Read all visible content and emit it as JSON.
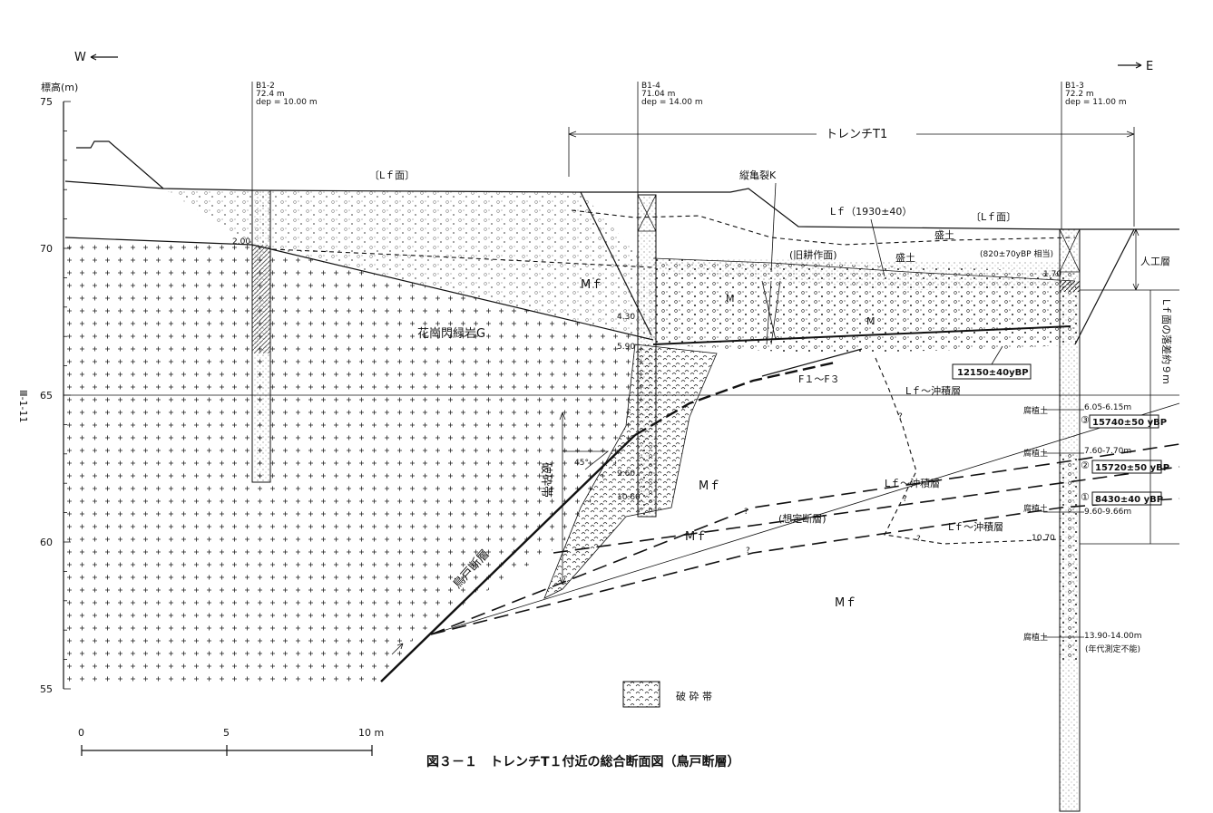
{
  "direction": {
    "west": "W",
    "east": "E"
  },
  "side_label": "Ⅲ-1-11",
  "axis": {
    "title": "標高(m)",
    "ticks": [
      {
        "label": "75",
        "value": 75
      },
      {
        "label": "70",
        "value": 70
      },
      {
        "label": "65",
        "value": 65
      },
      {
        "label": "60",
        "value": 60
      },
      {
        "label": "55",
        "value": 55
      }
    ]
  },
  "boreholes": [
    {
      "name": "B1-2",
      "elev": "72.4 m",
      "dep": "dep = 10.00 m",
      "marks": [
        "2.00"
      ]
    },
    {
      "name": "B1-4",
      "elev": "71.04 m",
      "dep": "dep = 14.00 m",
      "marks": [
        "4.30",
        "5.90",
        "9.60",
        "10.60"
      ]
    },
    {
      "name": "B1-3",
      "elev": "72.2 m",
      "dep": "dep = 11.00 m",
      "marks": [
        "1.70",
        "10.70"
      ]
    }
  ],
  "trench": {
    "label": "トレンチT1"
  },
  "surfaces": {
    "lf_west": "〔Lｆ面〕",
    "lf_east": "〔Lｆ面〕"
  },
  "units": {
    "granite": "花崗閃緑岩G",
    "mf": "Mｆ",
    "mf_small": "M",
    "lf_age": "Lｆ（1930±40）",
    "fill1": "盛土",
    "fill2": "盛土",
    "old_surface": "(旧耕作面)",
    "crack": "縦亀裂K",
    "faults": "F１～F３",
    "lf_alluvium": "Lｆ～沖積層",
    "artificial": "人工層",
    "fracture_zone": "破砕帯",
    "assumed_fault": "(想定断層)",
    "main_fault": "鳥戸断層",
    "dip": "45°",
    "offset": "Lｆ面の落差約９m"
  },
  "dates": {
    "small": "(820±70yBP 相当)",
    "d12150": "12150±40yBP",
    "d15740": "15740±50 yBP",
    "d15720": "15720±50 yBP",
    "d8430": "8430±40 yBP",
    "n3": "③",
    "n2": "②",
    "n1": "①",
    "no_date": "(年代測定不能)"
  },
  "humus": [
    {
      "label": "腐植土",
      "depth": "6.05-6.15m"
    },
    {
      "label": "腐植土",
      "depth": "7.60-7.70m"
    },
    {
      "label": "腐植土",
      "depth": "9.60-9.66m"
    },
    {
      "label": "腐植土",
      "depth": "13.90-14.00m"
    }
  ],
  "legend": {
    "label": "破 砕 帯"
  },
  "scale": {
    "ticks": [
      "0",
      "5",
      "10 m"
    ]
  },
  "caption": "図３－１　トレンチT１付近の総合断面図（鳥戸断層）"
}
